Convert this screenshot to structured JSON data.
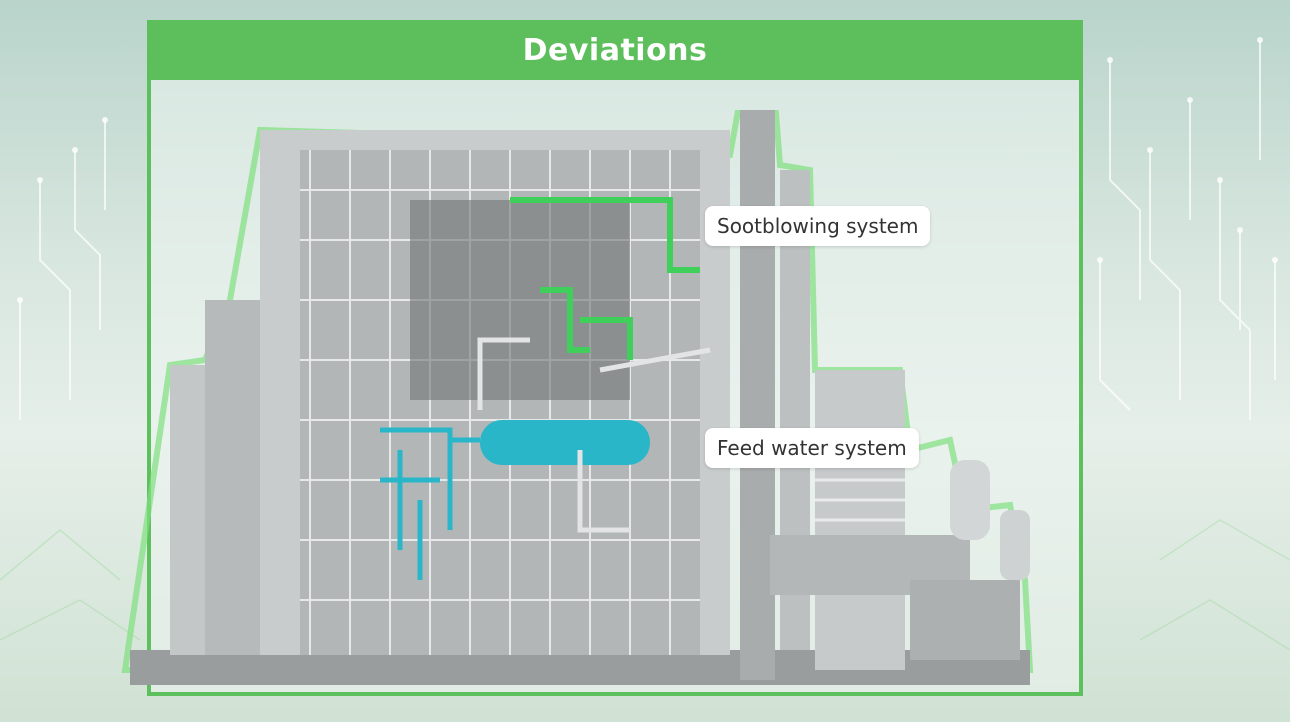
{
  "header": {
    "title": "Deviations"
  },
  "callouts": {
    "sootblowing": "Sootblowing system",
    "feed_water": "Feed water system"
  },
  "colors": {
    "accent_green": "#5cbf5c",
    "highlight_cyan": "#2ab6c9",
    "structure_gray": "#a9acad"
  },
  "icons": [
    "power-plant-illustration",
    "circuit-background"
  ]
}
